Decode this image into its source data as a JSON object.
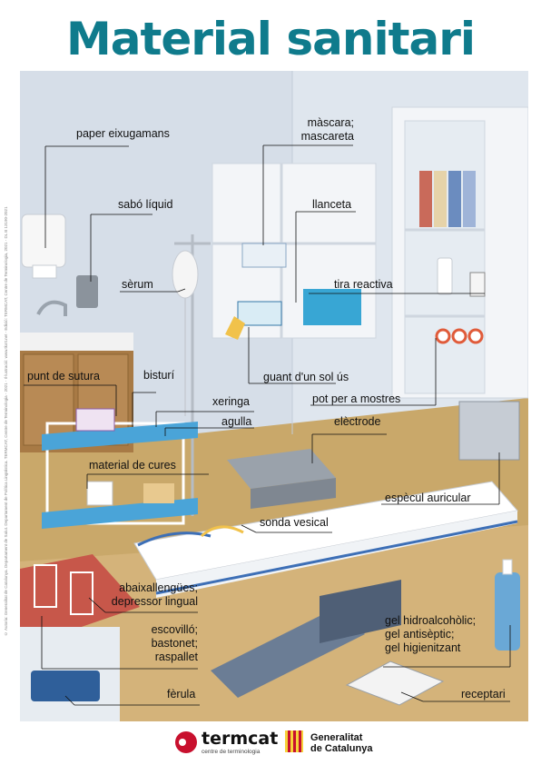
{
  "title": "Material sanitari",
  "credits": "© Autoria: Generalitat de Catalunya. Departament de Salut. Departament de Política Lingüística. TERMCAT, Centre de Terminologia - 2021 - Il·lustració: www.tkott.net - Edició: TERMCAT, Centre de Terminologia, 2021 - DL B 13190-2021",
  "labels": {
    "paper": "paper eixugamans",
    "sabo": "sabó líquid",
    "serum": "sèrum",
    "mascara_1": "màscara;",
    "mascara_2": "mascareta",
    "llanceta": "llanceta",
    "tira": "tira reactiva",
    "guant": "guant d'un sol ús",
    "punt": "punt de sutura",
    "bisturi": "bisturí",
    "xeringa": "xeringa",
    "agulla": "agulla",
    "pot": "pot per a mostres",
    "electrode": "elèctrode",
    "cures": "material de cures",
    "especul": "espècul auricular",
    "sonda": "sonda vesical",
    "abaix_1": "abaixallengües;",
    "abaix_2": "depressor lingual",
    "escov_1": "escovilló;",
    "escov_2": "bastonet;",
    "escov_3": "raspallet",
    "gel_1": "gel hidroalcohòlic;",
    "gel_2": "gel antisèptic;",
    "gel_3": "gel higienitzant",
    "ferula": "fèrula",
    "receptari": "receptari"
  },
  "footer": {
    "termcat_name": "termcat",
    "termcat_sub": "centre de terminologia",
    "gencat_1": "Generalitat",
    "gencat_2": "de Catalunya"
  },
  "colors": {
    "title": "#0f7b8c",
    "wall": "#dfe6ee",
    "floor": "#c9a86a",
    "cabinet": "#f3f5f8"
  }
}
